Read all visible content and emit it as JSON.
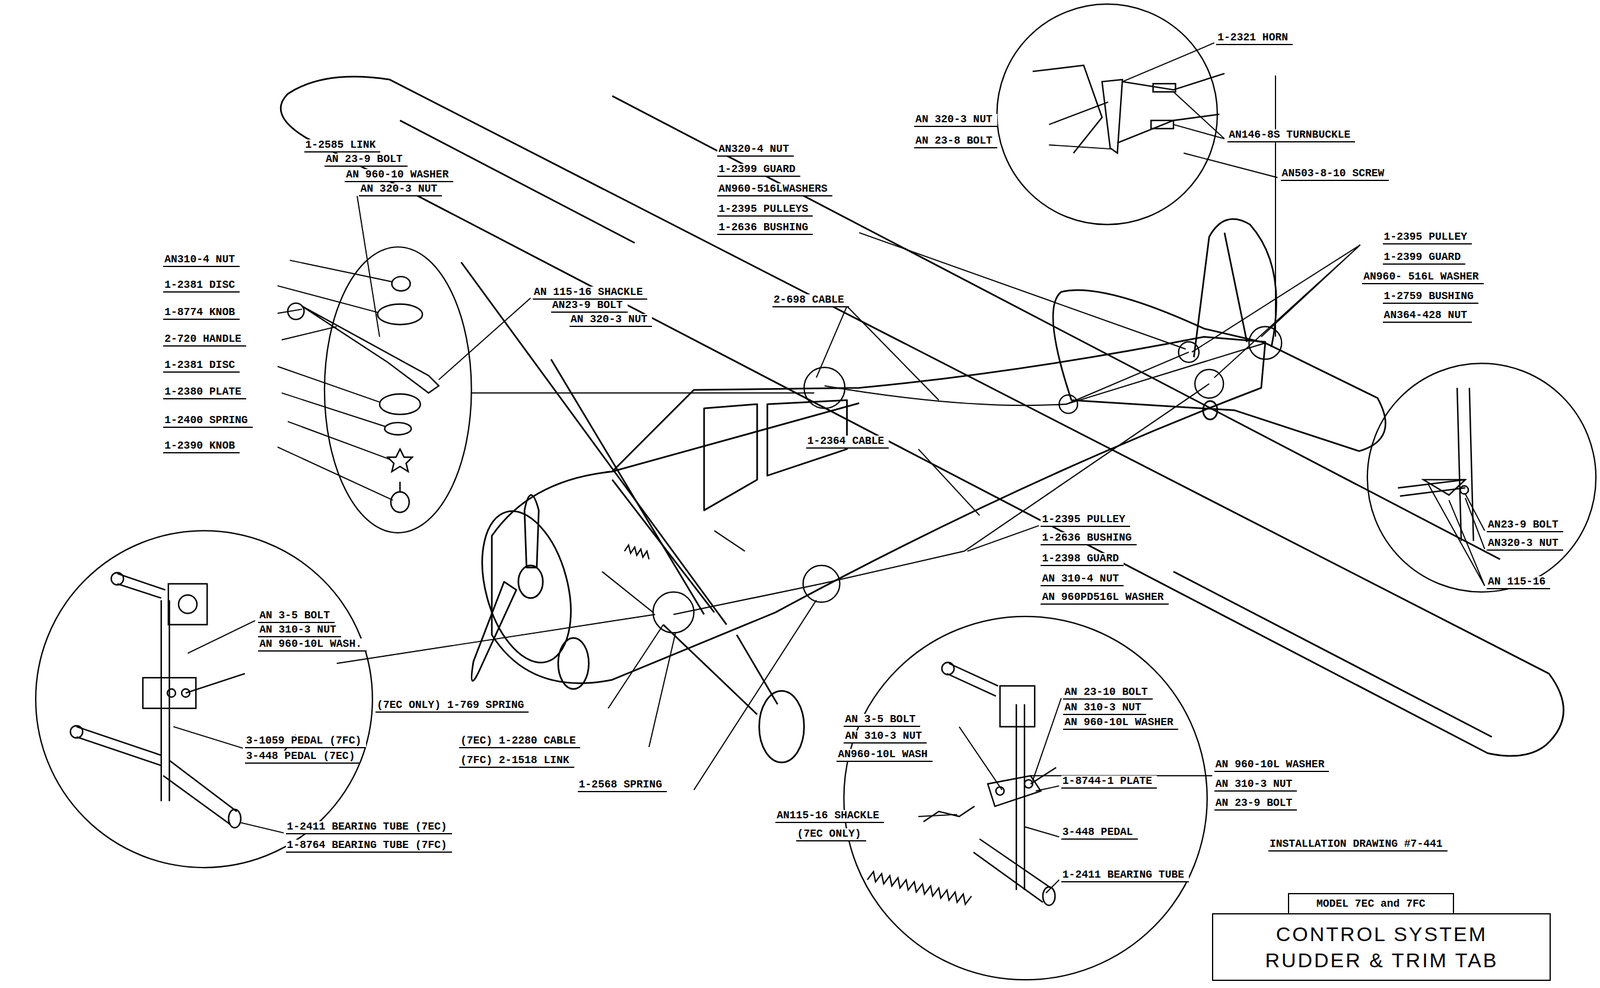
{
  "diagram": {
    "nodes": [
      {
        "text": [
          "MODEL 7EC and 7FC"
        ]
      },
      {
        "text": [
          "CONTROL SYSTEM RUDDER & TRIM TAB"
        ]
      }
    ],
    "labels": [
      "1-2321 HORN",
      "AN 320-3 NUT",
      "AN 23-8 BOLT",
      "AN146-8S TURNBUCKLE",
      "AN503-8-10 SCREW",
      "AN320-4 NUT",
      "1-2399 GUARD",
      "AN960-516LWASHERS",
      "1-2395 PULLEYS",
      "1-2636 BUSHING",
      "1-2585 LINK",
      "AN 23-9 BOLT",
      "AN 960-10 WASHER",
      "AN 320-3 NUT",
      "1-2395 PULLEY",
      "1-2399 GUARD",
      "AN960- 516L WASHER",
      "1-2759 BUSHING",
      "AN364-428 NUT",
      "AN310-4 NUT",
      "1-2381 DISC",
      "1-8774 KNOB",
      "2-720 HANDLE",
      "1-2381 DISC",
      "1-2380 PLATE",
      "1-2400 SPRING",
      "1-2390 KNOB",
      "AN 115-16 SHACKLE",
      "AN23-9 BOLT",
      "AN 320-3 NUT",
      "2-698 CABLE",
      "1-2364 CABLE",
      "1-2395 PULLEY",
      "1-2636 BUSHING",
      "1-2398 GUARD",
      "AN 310-4 NUT",
      "AN 960PD516L WASHER",
      "AN23-9 BOLT",
      "AN320-3 NUT",
      "AN 115-16",
      "AN 3-5 BOLT",
      "AN 310-3 NUT",
      "AN 960-10L WASH.",
      "AN 23-10 BOLT",
      "AN 310-3 NUT",
      "AN 960-10L WASHER",
      "(7EC ONLY) 1-769 SPRING",
      "AN 3-5 BOLT",
      "AN 310-3 NUT",
      "AN960-10L WASH",
      "(7EC) 1-2280 CABLE",
      "(7FC) 2-1518 LINK",
      "3-1059 PEDAL (7FC)",
      "3-448 PEDAL (7EC)",
      "AN 960-10L WASHER",
      "1-8744-1 PLATE",
      "AN 310-3 NUT",
      "1-2568 SPRING",
      "AN 23-9 BOLT",
      "AN115-16 SHACKLE",
      "1-2411 BEARING TUBE (7EC)",
      "(7EC ONLY)",
      "1-8764 BEARING TUBE (7FC)",
      "3-448 PEDAL",
      "INSTALLATION DRAWING #7-441",
      "1-2411 BEARING TUBE"
    ]
  }
}
